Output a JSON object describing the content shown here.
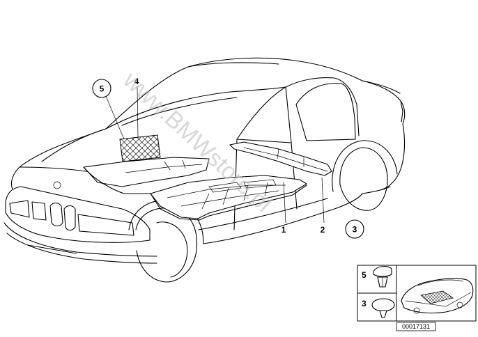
{
  "watermark": "www.BMWstore.pl",
  "callouts": {
    "c1": "1",
    "c2": "2",
    "c3": "3",
    "c4": "4",
    "c5": "5"
  },
  "inset": {
    "row_top_number": "5",
    "row_bottom_number": "3",
    "reference_code": "00017131"
  }
}
